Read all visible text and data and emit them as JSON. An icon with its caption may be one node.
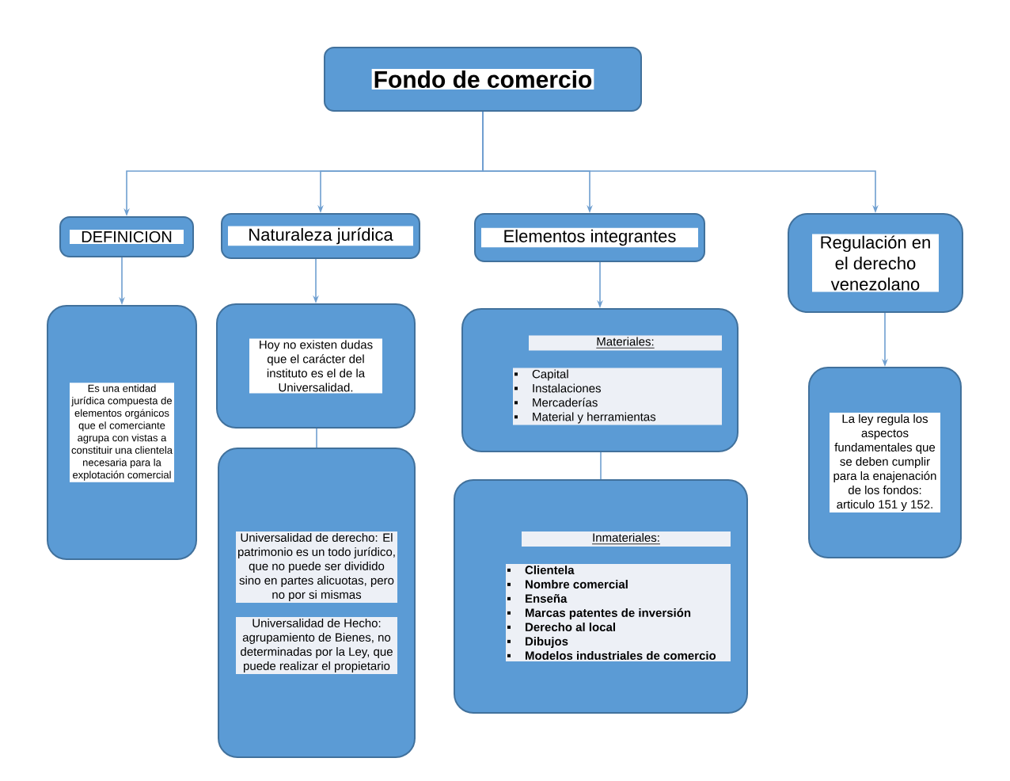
{
  "diagram": {
    "nodes": [
      {
        "text": [
          "Fondo de comercio"
        ]
      },
      {
        "text": [
          "DEFINICION"
        ]
      },
      {
        "text": [
          "Naturaleza jurídica"
        ]
      },
      {
        "text": [
          "Elementos integrantes"
        ]
      },
      {
        "text": [
          "Regulación en el derecho venezolano"
        ]
      },
      {
        "text": [
          "Es una entidad jurídica compuesta de elementos orgánicos que el comerciante agrupa con vistas a constituir una clientela necesaria para la explotación comercial"
        ]
      },
      {
        "text": [
          "Hoy no existen dudas que el carácter del instituto es el de la Universalidad."
        ]
      },
      {
        "text": [
          "Universalidad de derecho: El patrimonio es un todo jurídico, que no puede ser dividido sino en partes alicuotas, pero no por si mismas",
          "Universalidad de Hecho: agrupamiento de Bienes, no determinadas por la Ley, que puede realizar el propietario"
        ]
      },
      {
        "text": [
          "Materiales:",
          "Capital",
          "Instalaciones",
          "Mercaderías",
          "Material y herramientas"
        ]
      },
      {
        "text": [
          "Inmateriales:",
          "Clientela",
          "Nombre comercial",
          "Enseña",
          "Marcas patentes de inversión",
          "Derecho al local",
          "Dibujos",
          "Modelos industriales de comercio"
        ]
      },
      {
        "text": [
          "La ley regula los aspectos fundamentales que se deben cumplir para la enajenación de los fondos: articulo 151 y 152."
        ]
      }
    ],
    "edges": [
      {
        "from": 0,
        "to": 1,
        "arrow": "to"
      },
      {
        "from": 0,
        "to": 2,
        "arrow": "to"
      },
      {
        "from": 0,
        "to": 3,
        "arrow": "to"
      },
      {
        "from": 0,
        "to": 4,
        "arrow": "to"
      },
      {
        "from": 1,
        "to": 5,
        "arrow": "to"
      },
      {
        "from": 2,
        "to": 6,
        "arrow": "to"
      },
      {
        "from": 3,
        "to": 8,
        "arrow": "to"
      },
      {
        "from": 4,
        "to": 10,
        "arrow": "to"
      },
      {
        "from": 6,
        "to": 7,
        "arrow": "none"
      },
      {
        "from": 8,
        "to": 9,
        "arrow": "none"
      }
    ]
  }
}
